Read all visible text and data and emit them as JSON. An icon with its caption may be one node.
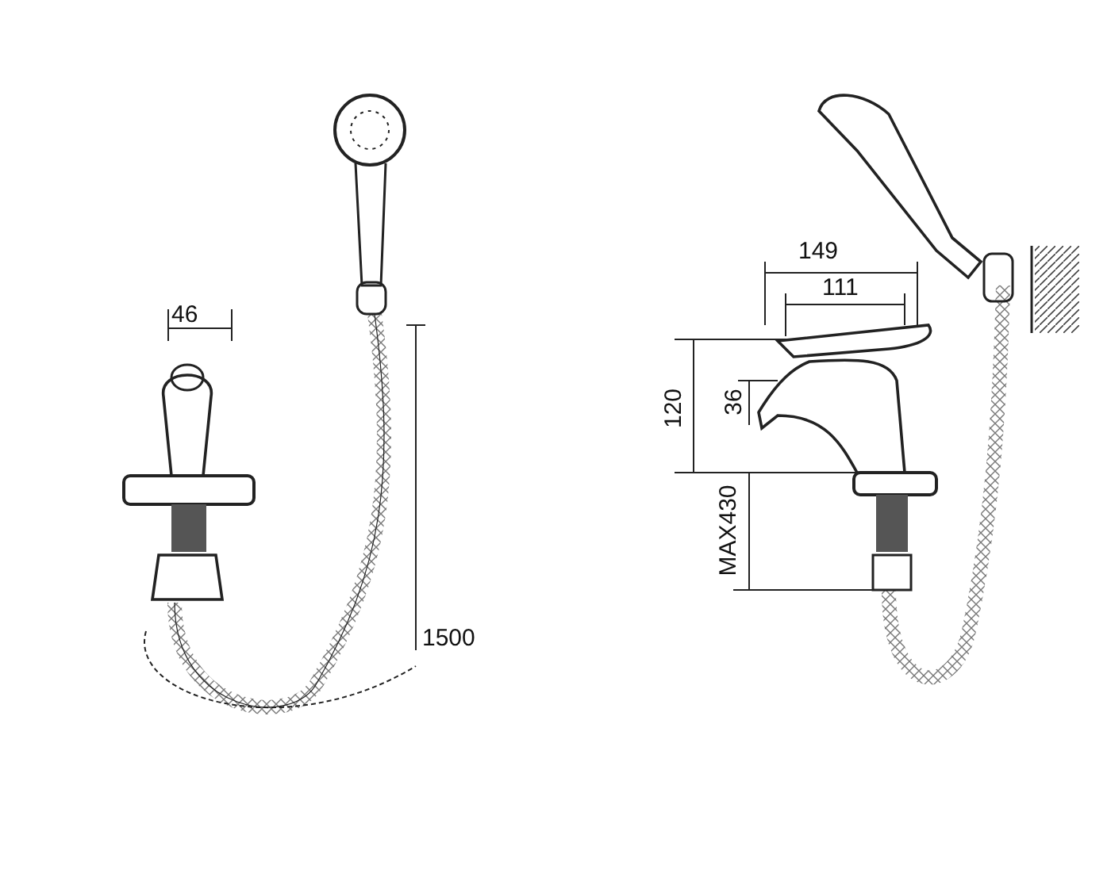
{
  "diagram": {
    "labels": [
      "46",
      "1500",
      "149",
      "111",
      "120",
      "36",
      "MAX430"
    ]
  }
}
